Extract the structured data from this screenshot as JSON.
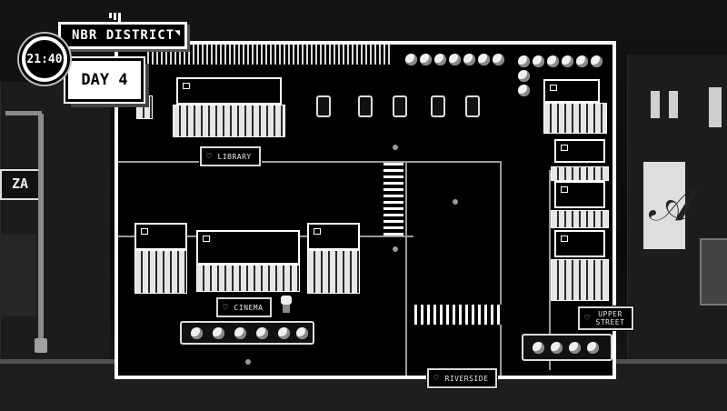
{
  "hud": {
    "district": "NBR DISTRICT",
    "day": "DAY 4",
    "clock": "21:40"
  },
  "map": {
    "locations": {
      "library": "LIBRARY",
      "cinema": "CINEMA",
      "upper_street": "UPPER\nSTREET",
      "riverside": "RIVERSIDE"
    }
  },
  "icons": {
    "location_marker": "heart-icon",
    "player": "player-sprite-icon"
  },
  "colors": {
    "frame": "#ffffff",
    "map_background": "#000000",
    "road": "#9a9a9a"
  }
}
